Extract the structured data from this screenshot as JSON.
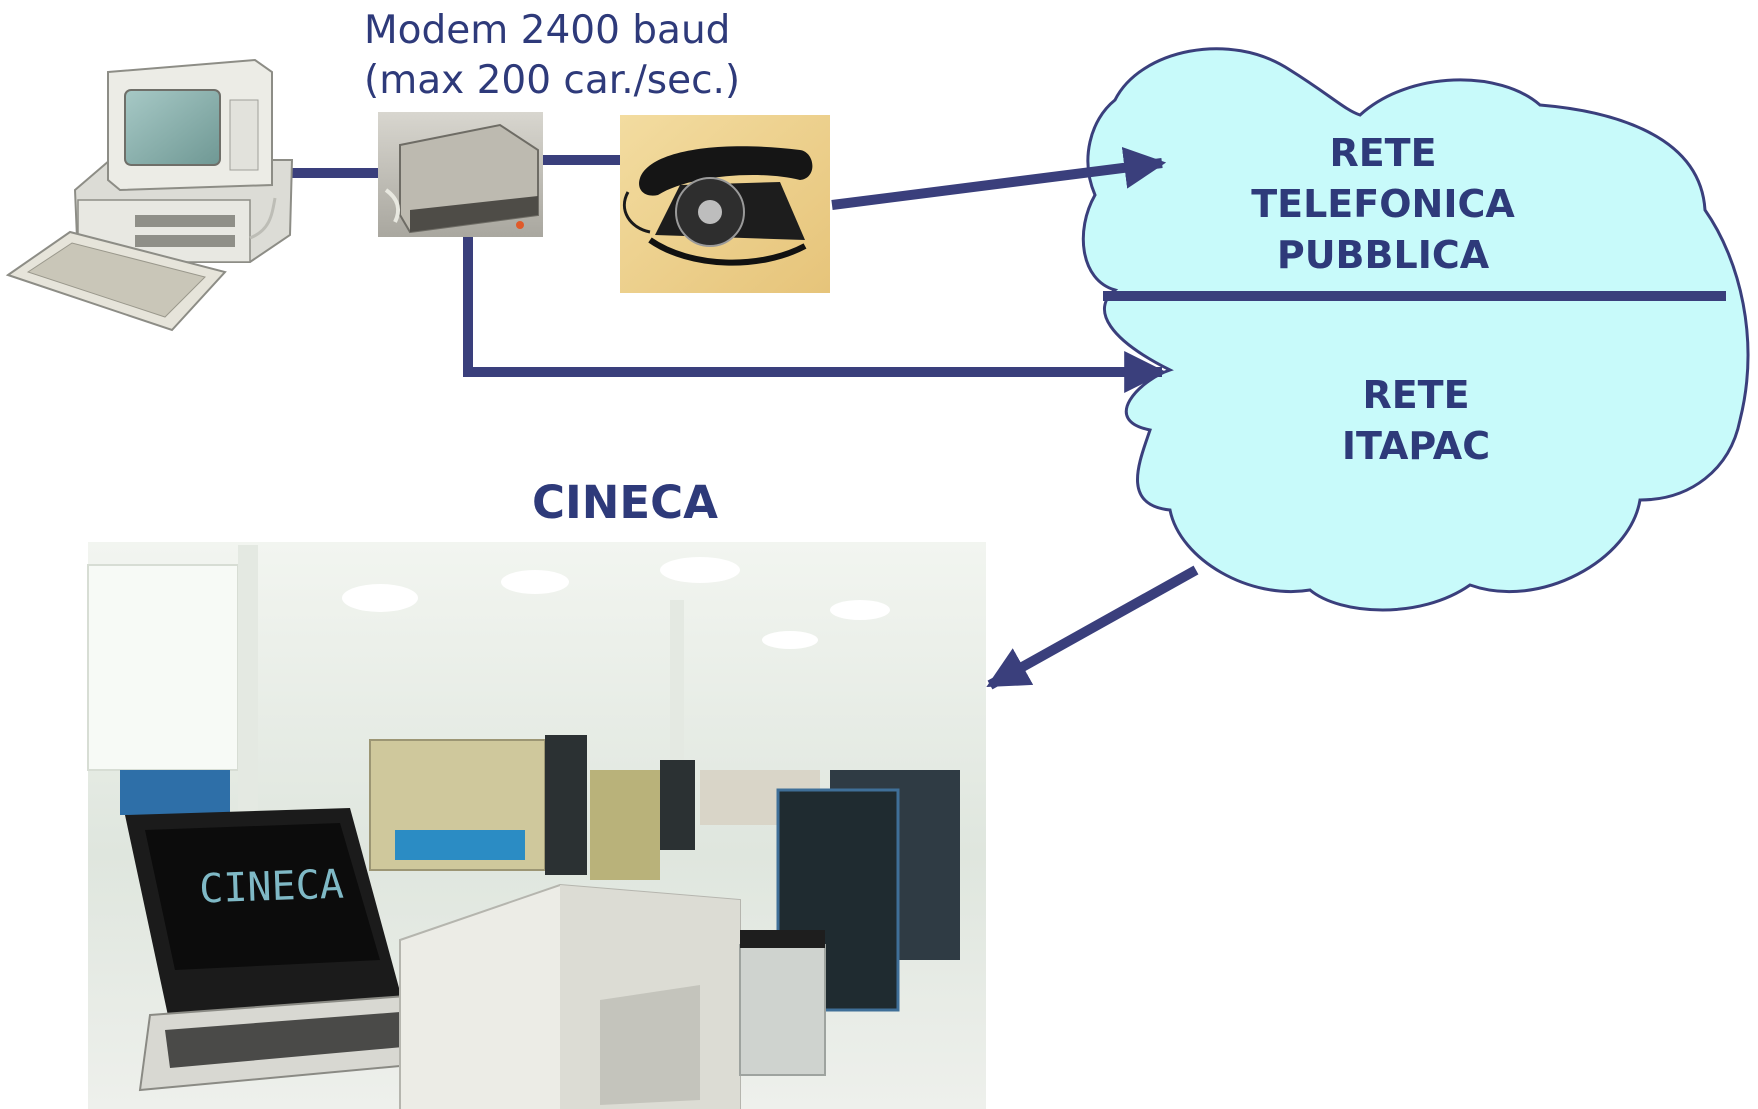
{
  "modem": {
    "line1": "Modem 2400 baud",
    "line2": "(max 200 car./sec.)"
  },
  "networks": {
    "public_phone": [
      "RETE",
      "TELEFONICA",
      "PUBBLICA"
    ],
    "itapac": [
      "RETE",
      "ITAPAC"
    ]
  },
  "destination": {
    "title": "CINECA",
    "terminal_screen_text": "CINECA"
  },
  "colors": {
    "connector": "#3a3f7c",
    "label_text": "#2e3a7a",
    "cloud_fill": "#c8fafa",
    "cloud_stroke": "#3a3f7c"
  }
}
